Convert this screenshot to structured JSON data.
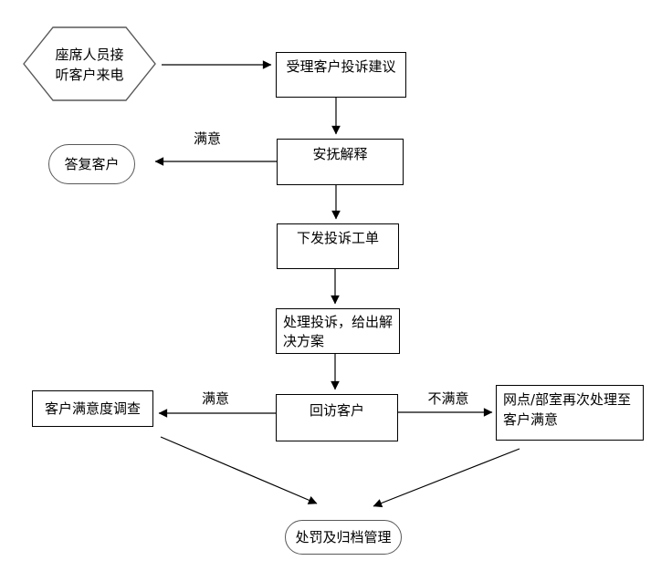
{
  "nodes": {
    "start": "座席人员接\n听客户来电",
    "accept": "受理客户投诉建议",
    "soothe": "安抚解释",
    "reply": "答复客户",
    "issue": "下发投诉工单",
    "handle": "处理投诉，给出解\n决方案",
    "revisit": "回访客户",
    "survey": "客户满意度调查",
    "rehandle": "网点/部室再次处理至\n客户满意",
    "archive": "处罚及归档管理"
  },
  "edge_labels": {
    "satisfied_top": "满意",
    "satisfied_bottom": "满意",
    "unsatisfied": "不满意"
  },
  "colors": {
    "background": "#ffffff",
    "line": "#000000",
    "shape_border": "#595959"
  }
}
